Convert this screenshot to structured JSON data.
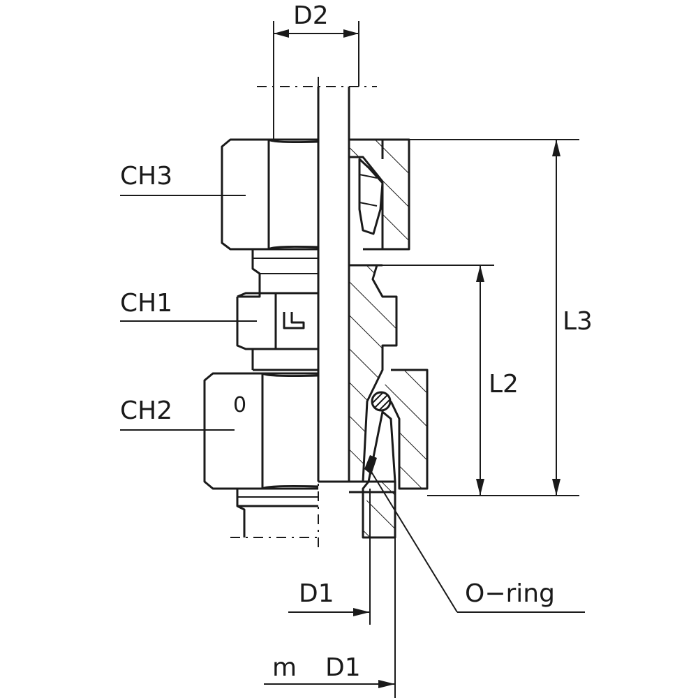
{
  "labels": {
    "d2": "D2",
    "ch3": "CH3",
    "ch1": "CH1",
    "ch2": "CH2",
    "l3": "L3",
    "l2": "L2",
    "d1": "D1",
    "o_ring": "O−ring",
    "m": "m",
    "m_d1": "D1",
    "hex_mark": "0"
  },
  "colors": {
    "line": "#1a1a1a",
    "background": "#ffffff"
  }
}
